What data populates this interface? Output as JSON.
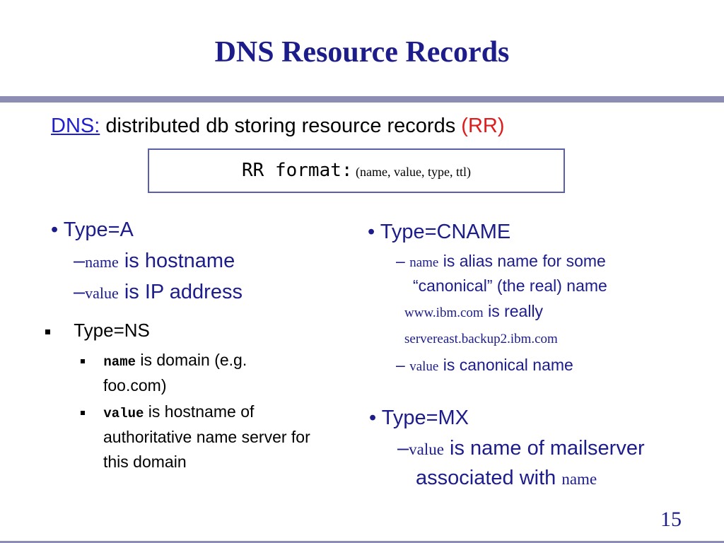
{
  "title": "DNS Resource Records",
  "intro": {
    "dns": "DNS:",
    "text": "distributed db storing resource records",
    "rr": "(RR)"
  },
  "rr_format": {
    "label": "RR format:",
    "args": "(name, value, type, ttl)"
  },
  "type_a": {
    "heading": "Type=A",
    "items": [
      {
        "term": "name",
        "text": "is hostname"
      },
      {
        "term": "value",
        "text": "is IP address"
      }
    ]
  },
  "type_ns": {
    "heading": "Type=NS",
    "items": [
      {
        "term": "name",
        "line1": "is domain (e.g.",
        "line2": "foo.com)"
      },
      {
        "term": "value",
        "line1": "is hostname of",
        "line2": "authoritative name server for",
        "line3": "this domain"
      }
    ]
  },
  "type_cname": {
    "heading": "Type=CNAME",
    "item1": {
      "term": "name",
      "line1": "is alias name for some",
      "line2": "“canonical” (the real) name"
    },
    "example": {
      "alias": "www.ibm.com",
      "text": "is really",
      "canonical": "servereast.backup2.ibm.com"
    },
    "item2": {
      "term": "value",
      "text": "is canonical name"
    }
  },
  "type_mx": {
    "heading": "Type=MX",
    "item": {
      "term": "value",
      "line1": "is name of mailserver",
      "line2": "associated with",
      "term2": "name"
    }
  },
  "page_number": "15"
}
